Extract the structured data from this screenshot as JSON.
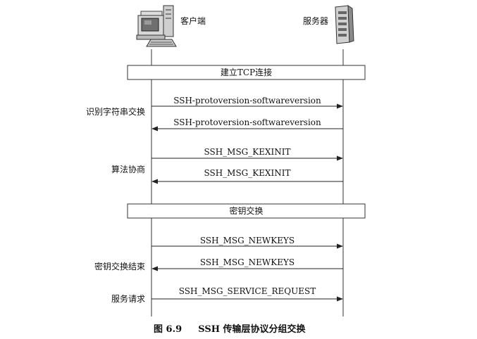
{
  "figure": {
    "client_label": "客户端",
    "server_label": "服务器",
    "caption_number": "图 6.9",
    "caption_text": "SSH 传输层协议分组交换"
  },
  "phases": [
    {
      "label": "建立TCP连接"
    },
    {
      "label": "密钥交换"
    }
  ],
  "messages": [
    {
      "text": "SSH-protoversion-softwareversion",
      "direction": "client-to-server"
    },
    {
      "text": "SSH-protoversion-softwareversion",
      "direction": "server-to-client"
    },
    {
      "text": "SSH_MSG_KEXINIT",
      "direction": "client-to-server"
    },
    {
      "text": "SSH_MSG_KEXINIT",
      "direction": "server-to-client"
    },
    {
      "text": "SSH_MSG_NEWKEYS",
      "direction": "client-to-server"
    },
    {
      "text": "SSH_MSG_NEWKEYS",
      "direction": "server-to-client"
    },
    {
      "text": "SSH_MSG_SERVICE_REQUEST",
      "direction": "client-to-server"
    }
  ],
  "stage_labels": [
    {
      "text": "识别字符串交换"
    },
    {
      "text": "算法协商"
    },
    {
      "text": "密钥交换结束"
    },
    {
      "text": "服务请求"
    }
  ]
}
